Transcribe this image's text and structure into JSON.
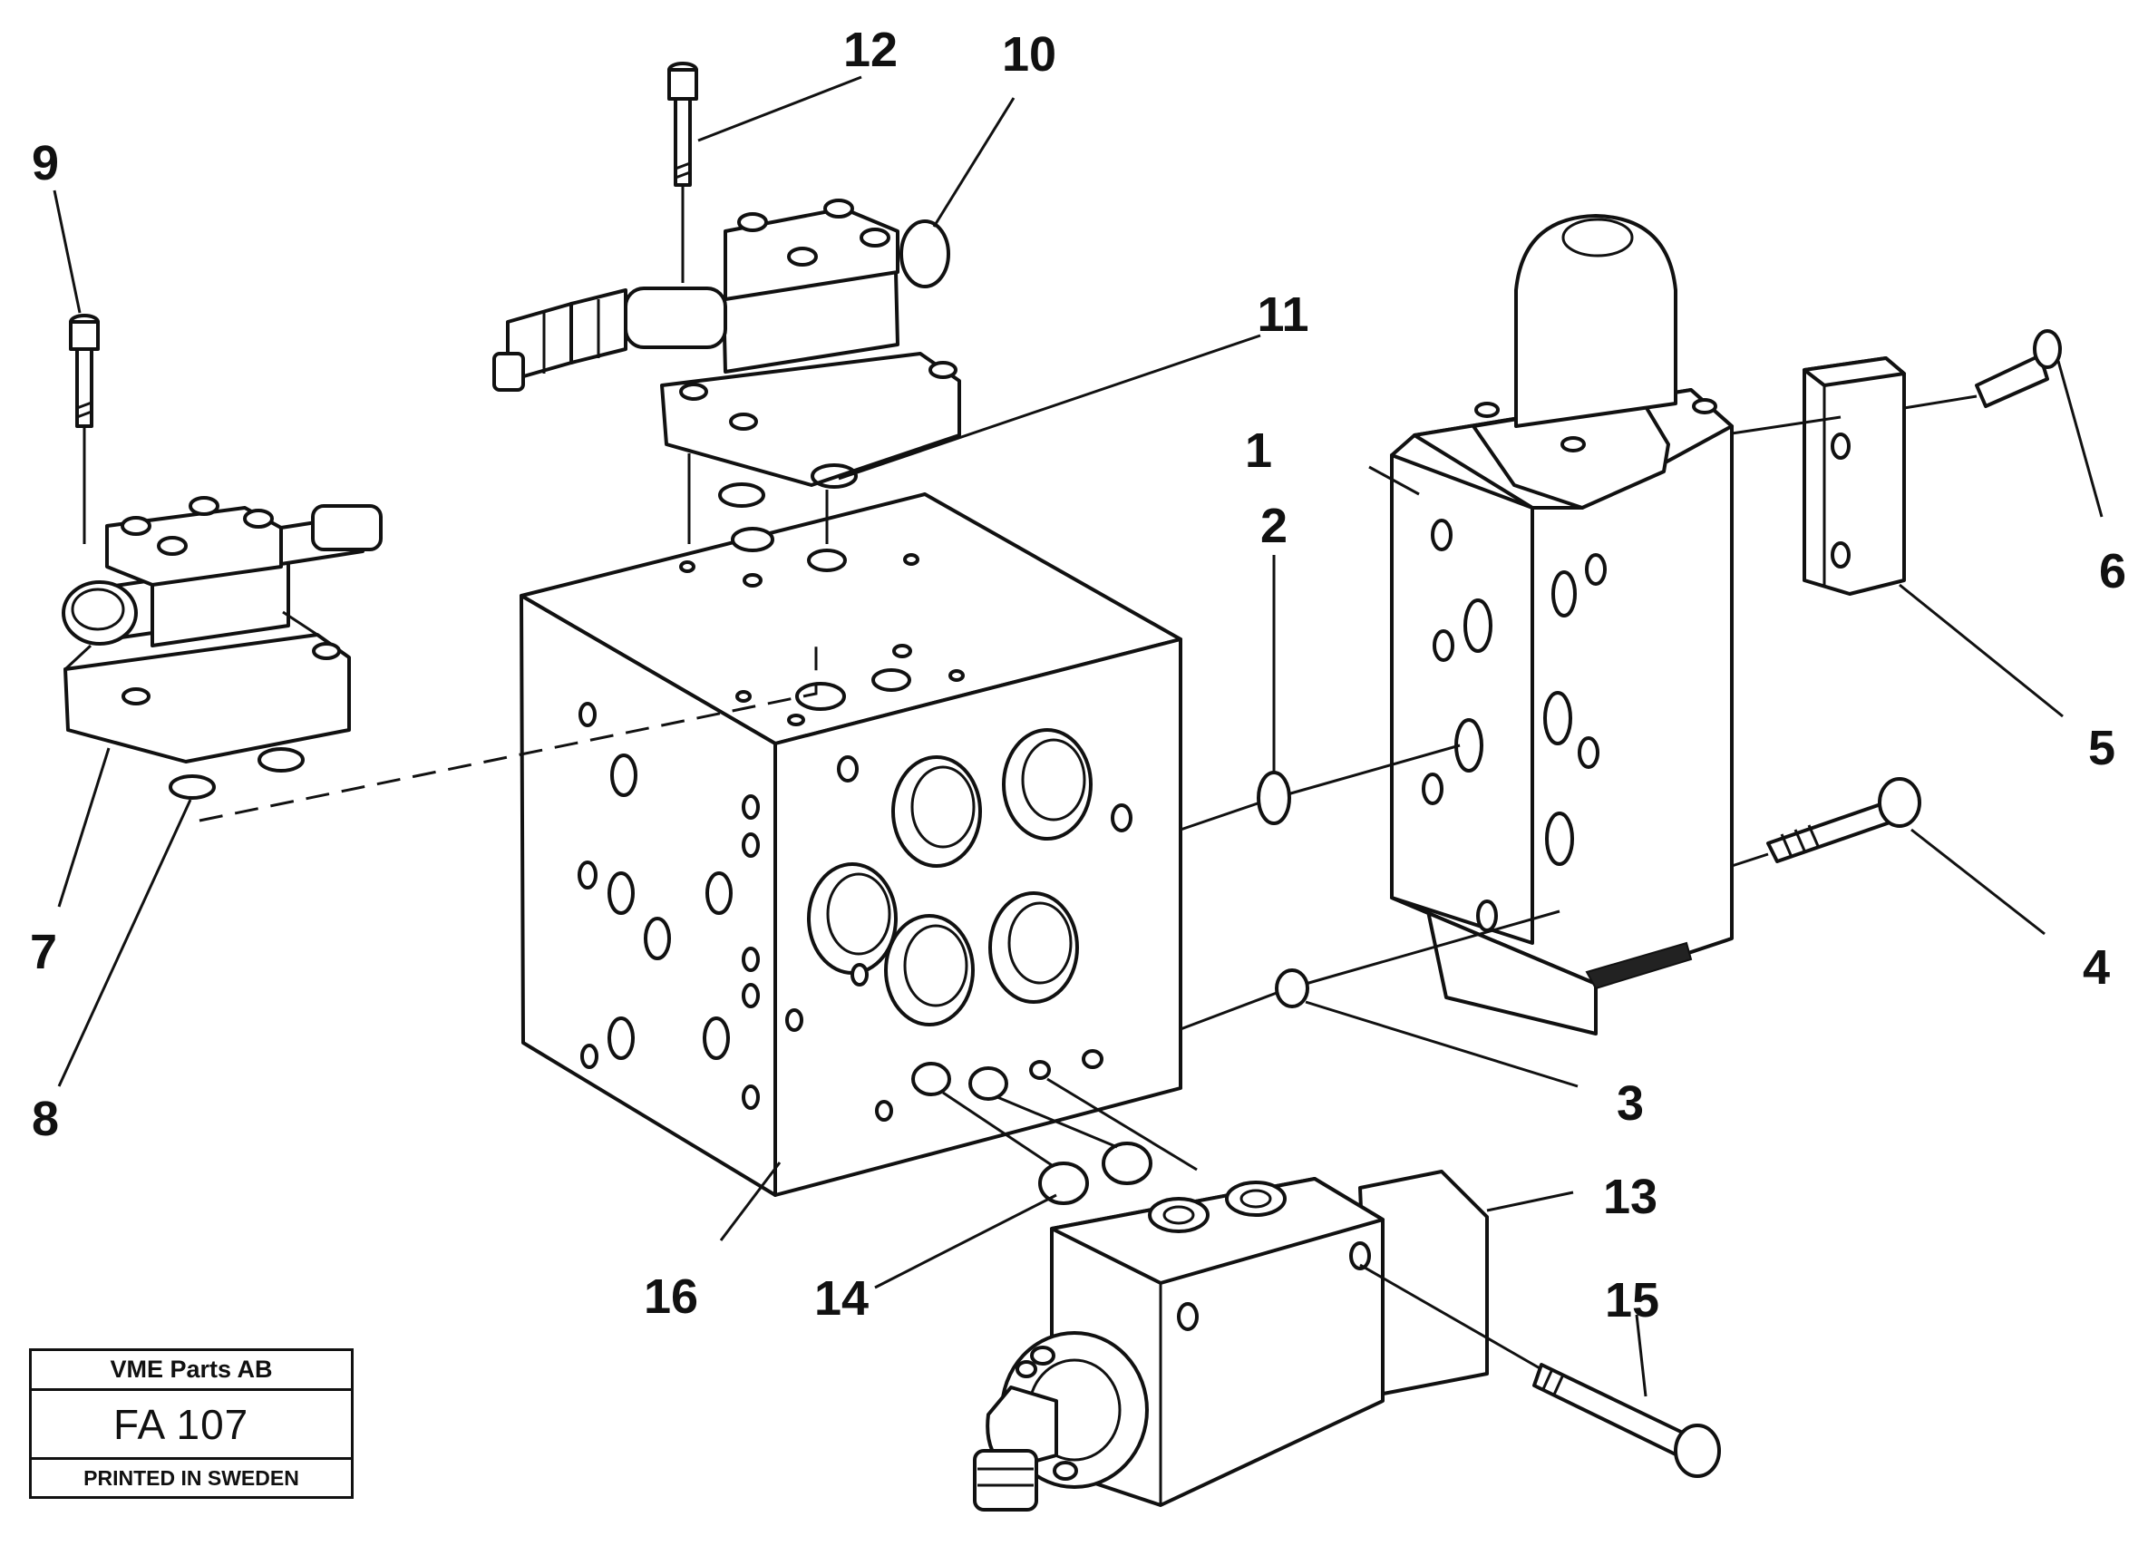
{
  "labels": {
    "l1": "1",
    "l2": "2",
    "l3": "3",
    "l4": "4",
    "l5": "5",
    "l6": "6",
    "l7": "7",
    "l8": "8",
    "l9": "9",
    "l10": "10",
    "l11": "11",
    "l12": "12",
    "l13": "13",
    "l14": "14",
    "l15": "15",
    "l16": "16"
  },
  "title_block": {
    "company": "VME Parts AB",
    "number": "FA 107",
    "printed": "PRINTED IN SWEDEN"
  }
}
